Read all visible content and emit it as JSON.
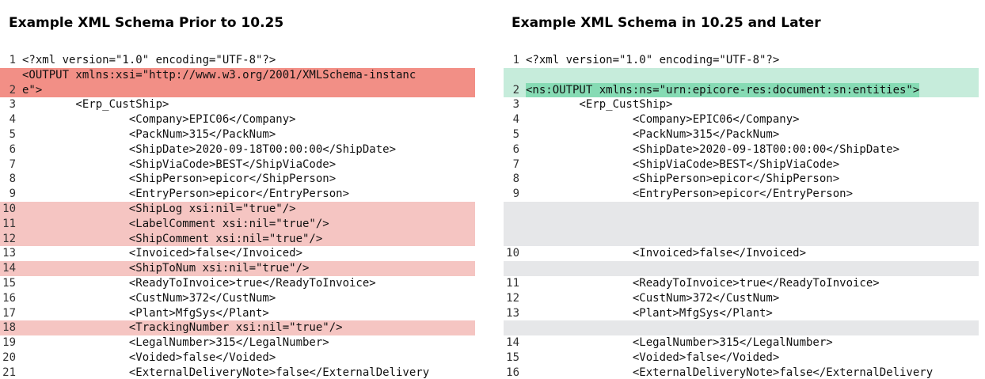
{
  "left": {
    "title": "Example XML Schema Prior to 10.25",
    "lines": [
      {
        "n": "1",
        "text": "<?xml version=\"1.0\" encoding=\"UTF-8\"?>",
        "kind": ""
      },
      {
        "n": "2",
        "text": "<OUTPUT xmlns:xsi=\"http://www.w3.org/2001/XMLSchema-instanc\ne\">",
        "kind": "diff-del-strong",
        "tall": true
      },
      {
        "n": "3",
        "text": "        <Erp_CustShip>",
        "kind": ""
      },
      {
        "n": "4",
        "text": "                <Company>EPIC06</Company>",
        "kind": ""
      },
      {
        "n": "5",
        "text": "                <PackNum>315</PackNum>",
        "kind": ""
      },
      {
        "n": "6",
        "text": "                <ShipDate>2020-09-18T00:00:00</ShipDate>",
        "kind": ""
      },
      {
        "n": "7",
        "text": "                <ShipViaCode>BEST</ShipViaCode>",
        "kind": ""
      },
      {
        "n": "8",
        "text": "                <ShipPerson>epicor</ShipPerson>",
        "kind": ""
      },
      {
        "n": "9",
        "text": "                <EntryPerson>epicor</EntryPerson>",
        "kind": ""
      },
      {
        "n": "10",
        "text": "                <ShipLog xsi:nil=\"true\"/>",
        "kind": "diff-del"
      },
      {
        "n": "11",
        "text": "                <LabelComment xsi:nil=\"true\"/>",
        "kind": "diff-del"
      },
      {
        "n": "12",
        "text": "                <ShipComment xsi:nil=\"true\"/>",
        "kind": "diff-del"
      },
      {
        "n": "13",
        "text": "                <Invoiced>false</Invoiced>",
        "kind": ""
      },
      {
        "n": "14",
        "text": "                <ShipToNum xsi:nil=\"true\"/>",
        "kind": "diff-del"
      },
      {
        "n": "15",
        "text": "                <ReadyToInvoice>true</ReadyToInvoice>",
        "kind": ""
      },
      {
        "n": "16",
        "text": "                <CustNum>372</CustNum>",
        "kind": ""
      },
      {
        "n": "17",
        "text": "                <Plant>MfgSys</Plant>",
        "kind": ""
      },
      {
        "n": "18",
        "text": "                <TrackingNumber xsi:nil=\"true\"/>",
        "kind": "diff-del"
      },
      {
        "n": "19",
        "text": "                <LegalNumber>315</LegalNumber>",
        "kind": ""
      },
      {
        "n": "20",
        "text": "                <Voided>false</Voided>",
        "kind": ""
      },
      {
        "n": "21",
        "text": "                <ExternalDeliveryNote>false</ExternalDelivery",
        "kind": ""
      }
    ]
  },
  "right": {
    "title": "Example XML Schema in 10.25 and Later",
    "lines": [
      {
        "n": "1",
        "text": "<?xml version=\"1.0\" encoding=\"UTF-8\"?>",
        "kind": ""
      },
      {
        "n": "2",
        "text": "<ns:OUTPUT xmlns:ns=\"urn:epicore-res:document:sn:entities\">",
        "kind": "diff-add-strong",
        "tall": true,
        "highlight": true
      },
      {
        "n": "",
        "text": "        <Erp_CustShip>",
        "kind": ""
      },
      {
        "n": "",
        "text": "                <Company>EPIC06</Company>",
        "kind": ""
      },
      {
        "n": "",
        "text": "                <PackNum>315</PackNum>",
        "kind": ""
      },
      {
        "n": "",
        "text": "                <ShipDate>2020-09-18T00:00:00</ShipDate>",
        "kind": ""
      },
      {
        "n": "",
        "text": "                <ShipViaCode>BEST</ShipViaCode>",
        "kind": ""
      },
      {
        "n": "",
        "text": "                <ShipPerson>epicor</ShipPerson>",
        "kind": ""
      },
      {
        "n": "",
        "text": "                <EntryPerson>epicor</EntryPerson>",
        "kind": ""
      },
      {
        "n": "",
        "text": "",
        "kind": "blank"
      },
      {
        "n": "",
        "text": "",
        "kind": "blank"
      },
      {
        "n": "",
        "text": "",
        "kind": "blank"
      },
      {
        "n": "10",
        "text": "                <Invoiced>false</Invoiced>",
        "kind": ""
      },
      {
        "n": "",
        "text": "",
        "kind": "blank"
      },
      {
        "n": "11",
        "text": "                <ReadyToInvoice>true</ReadyToInvoice>",
        "kind": ""
      },
      {
        "n": "12",
        "text": "                <CustNum>372</CustNum>",
        "kind": ""
      },
      {
        "n": "13",
        "text": "                <Plant>MfgSys</Plant>",
        "kind": ""
      },
      {
        "n": "",
        "text": "",
        "kind": "blank"
      },
      {
        "n": "14",
        "text": "                <LegalNumber>315</LegalNumber>",
        "kind": ""
      },
      {
        "n": "15",
        "text": "                <Voided>false</Voided>",
        "kind": ""
      },
      {
        "n": "16",
        "text": "                <ExternalDeliveryNote>false</ExternalDelivery",
        "kind": ""
      }
    ],
    "line_numbers_3_to_9": [
      "3",
      "4",
      "5",
      "6",
      "7",
      "8",
      "9"
    ]
  },
  "colors": {
    "deleted_strong": "#f28f86",
    "deleted": "#f5c5c2",
    "added_strong": "#c6ecdb",
    "added": "#86dbb4",
    "placeholder": "#e6e7e9"
  }
}
